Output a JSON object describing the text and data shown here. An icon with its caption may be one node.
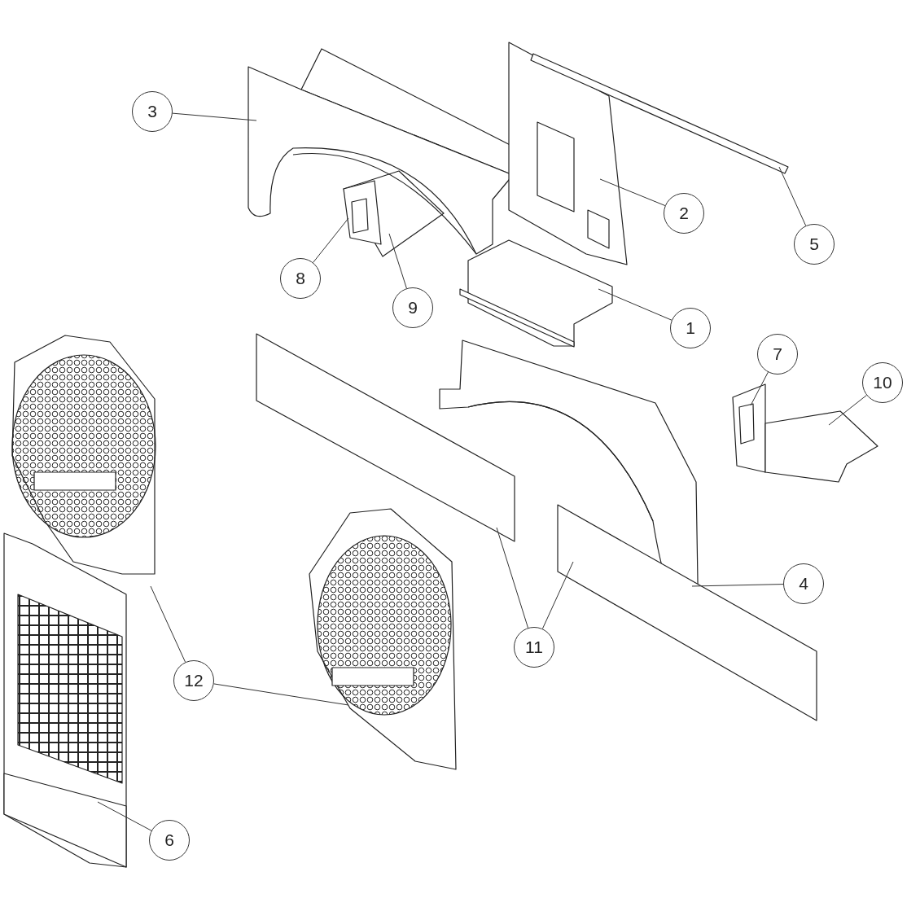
{
  "diagram": {
    "nodes": [
      {
        "text": [
          "3"
        ]
      },
      {
        "text": [
          "2"
        ]
      },
      {
        "text": [
          "5"
        ]
      },
      {
        "text": [
          "8"
        ]
      },
      {
        "text": [
          "9"
        ]
      },
      {
        "text": [
          "1"
        ]
      },
      {
        "text": [
          "7"
        ]
      },
      {
        "text": [
          "10"
        ]
      },
      {
        "text": [
          "4"
        ]
      },
      {
        "text": [
          "11"
        ]
      },
      {
        "text": [
          "12"
        ]
      },
      {
        "text": [
          "6"
        ]
      }
    ],
    "edges": [
      {
        "from": 0,
        "to": null,
        "arrow": "none"
      },
      {
        "from": 1,
        "to": null,
        "arrow": "none"
      },
      {
        "from": 2,
        "to": null,
        "arrow": "none"
      },
      {
        "from": 3,
        "to": null,
        "arrow": "none"
      },
      {
        "from": 4,
        "to": null,
        "arrow": "none"
      },
      {
        "from": 5,
        "to": null,
        "arrow": "none"
      },
      {
        "from": 6,
        "to": null,
        "arrow": "none"
      },
      {
        "from": 7,
        "to": null,
        "arrow": "none"
      },
      {
        "from": 8,
        "to": null,
        "arrow": "none"
      },
      {
        "from": 9,
        "to": null,
        "arrow": "none"
      },
      {
        "from": 9,
        "to": null,
        "arrow": "none"
      },
      {
        "from": 10,
        "to": null,
        "arrow": "none"
      },
      {
        "from": 10,
        "to": null,
        "arrow": "none"
      },
      {
        "from": 11,
        "to": null,
        "arrow": "none"
      }
    ]
  }
}
